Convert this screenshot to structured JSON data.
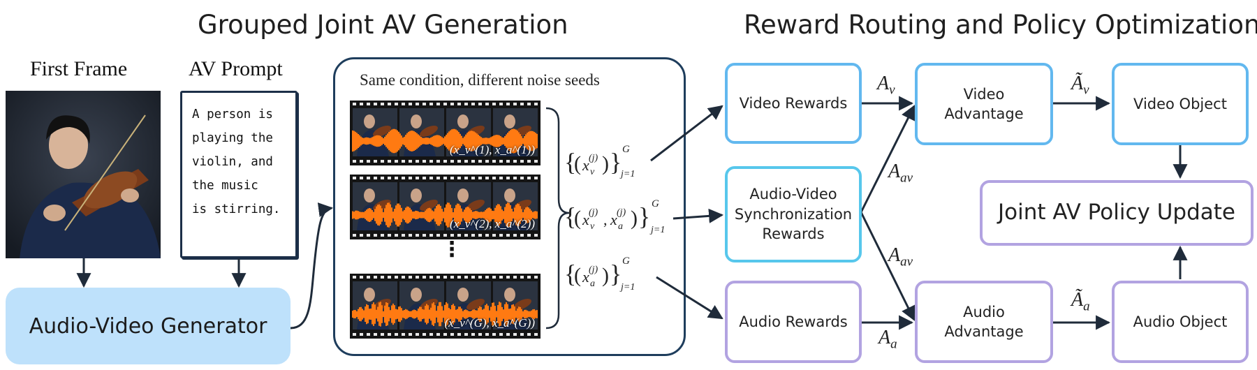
{
  "headings": {
    "left": "Grouped Joint AV Generation",
    "right": "Reward Routing and Policy Optimization"
  },
  "inputs": {
    "first_frame_label": "First Frame",
    "prompt_label": "AV Prompt",
    "prompt_text": "A person is\nplaying the\nviolin, and\nthe music\nis stirring."
  },
  "generator": {
    "label": "Audio-Video Generator"
  },
  "group": {
    "caption": "Same condition, different noise seeds",
    "sample_labels": [
      "(x_v^(1), x_a^(1))",
      "(x_v^(2), x_a^(2))",
      "(x_v^(G), x_a^(G))"
    ],
    "ellipsis": "⋮"
  },
  "sets": {
    "video": "{(x_v^(j))}_{j=1}^G",
    "joint": "{(x_v^(j), x_a^(j))}_{j=1}^G",
    "audio": "{(x_a^(j))}_{j=1}^G"
  },
  "rewards": {
    "video": "Video Rewards",
    "sync_lines": [
      "Audio-Video",
      "Synchronization",
      "Rewards"
    ],
    "audio": "Audio Rewards"
  },
  "advantages": {
    "video_lines": [
      "Video",
      "Advantage"
    ],
    "audio_lines": [
      "Audio",
      "Advantage"
    ]
  },
  "objects": {
    "video": "Video Object",
    "audio": "Audio Object"
  },
  "policy": {
    "label": "Joint AV Policy Update"
  },
  "edge_labels": {
    "a_v": {
      "base": "A",
      "sub": "v"
    },
    "a_av_top": {
      "base": "A",
      "sub": "av"
    },
    "a_av_bottom": {
      "base": "A",
      "sub": "av"
    },
    "a_a": {
      "base": "A",
      "sub": "a"
    },
    "a_v_tilde": {
      "base": "Ã",
      "sub": "v"
    },
    "a_a_tilde": {
      "base": "Ã",
      "sub": "a"
    }
  },
  "colors": {
    "blue_border": "#62b8ef",
    "purple_border": "#b2a3e1",
    "generator_fill": "#bee1fb",
    "waveform": "#ff7a12",
    "arrow": "#1f2b3a"
  }
}
